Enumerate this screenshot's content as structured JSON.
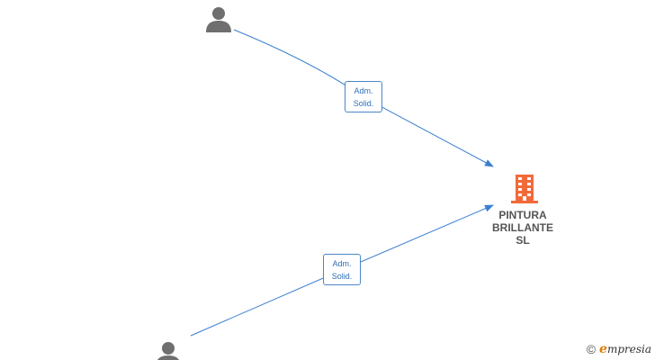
{
  "nodes": {
    "person_top": {
      "icon": "person-icon"
    },
    "person_bottom": {
      "icon": "person-icon"
    },
    "company": {
      "icon": "building-icon",
      "name_lines": [
        "PINTURA",
        "BRILLANTE",
        "SL"
      ]
    }
  },
  "edges": [
    {
      "from": "person_top",
      "to": "company",
      "label_lines": [
        "Adm.",
        "Solid."
      ]
    },
    {
      "from": "person_bottom",
      "to": "company",
      "label_lines": [
        "Adm.",
        "Solid."
      ]
    }
  ],
  "colors": {
    "edge": "#3b7fd1",
    "person": "#6f6f6f",
    "company": "#f26a3a",
    "brand_accent": "#e07b00"
  },
  "footer": {
    "copyright_symbol": "©",
    "brand_initial": "e",
    "brand_rest": "mpresia"
  }
}
